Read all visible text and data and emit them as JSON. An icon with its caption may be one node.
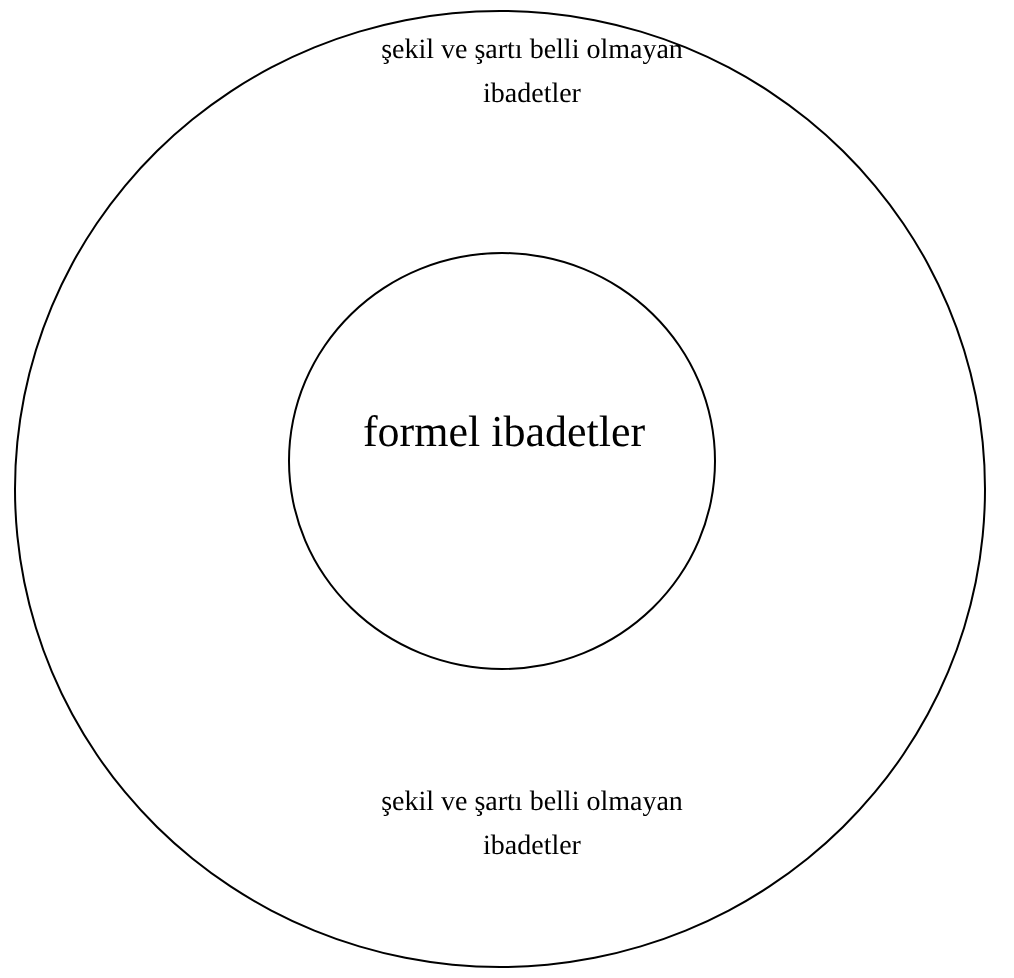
{
  "diagram": {
    "nodes": [
      {
        "text": [
          "şekil ve şartı belli olmayan ibadetler",
          "şekil ve şartı belli olmayan ibadetler"
        ]
      },
      {
        "text": [
          "formel ibadetler"
        ],
        "in": 0
      }
    ]
  }
}
